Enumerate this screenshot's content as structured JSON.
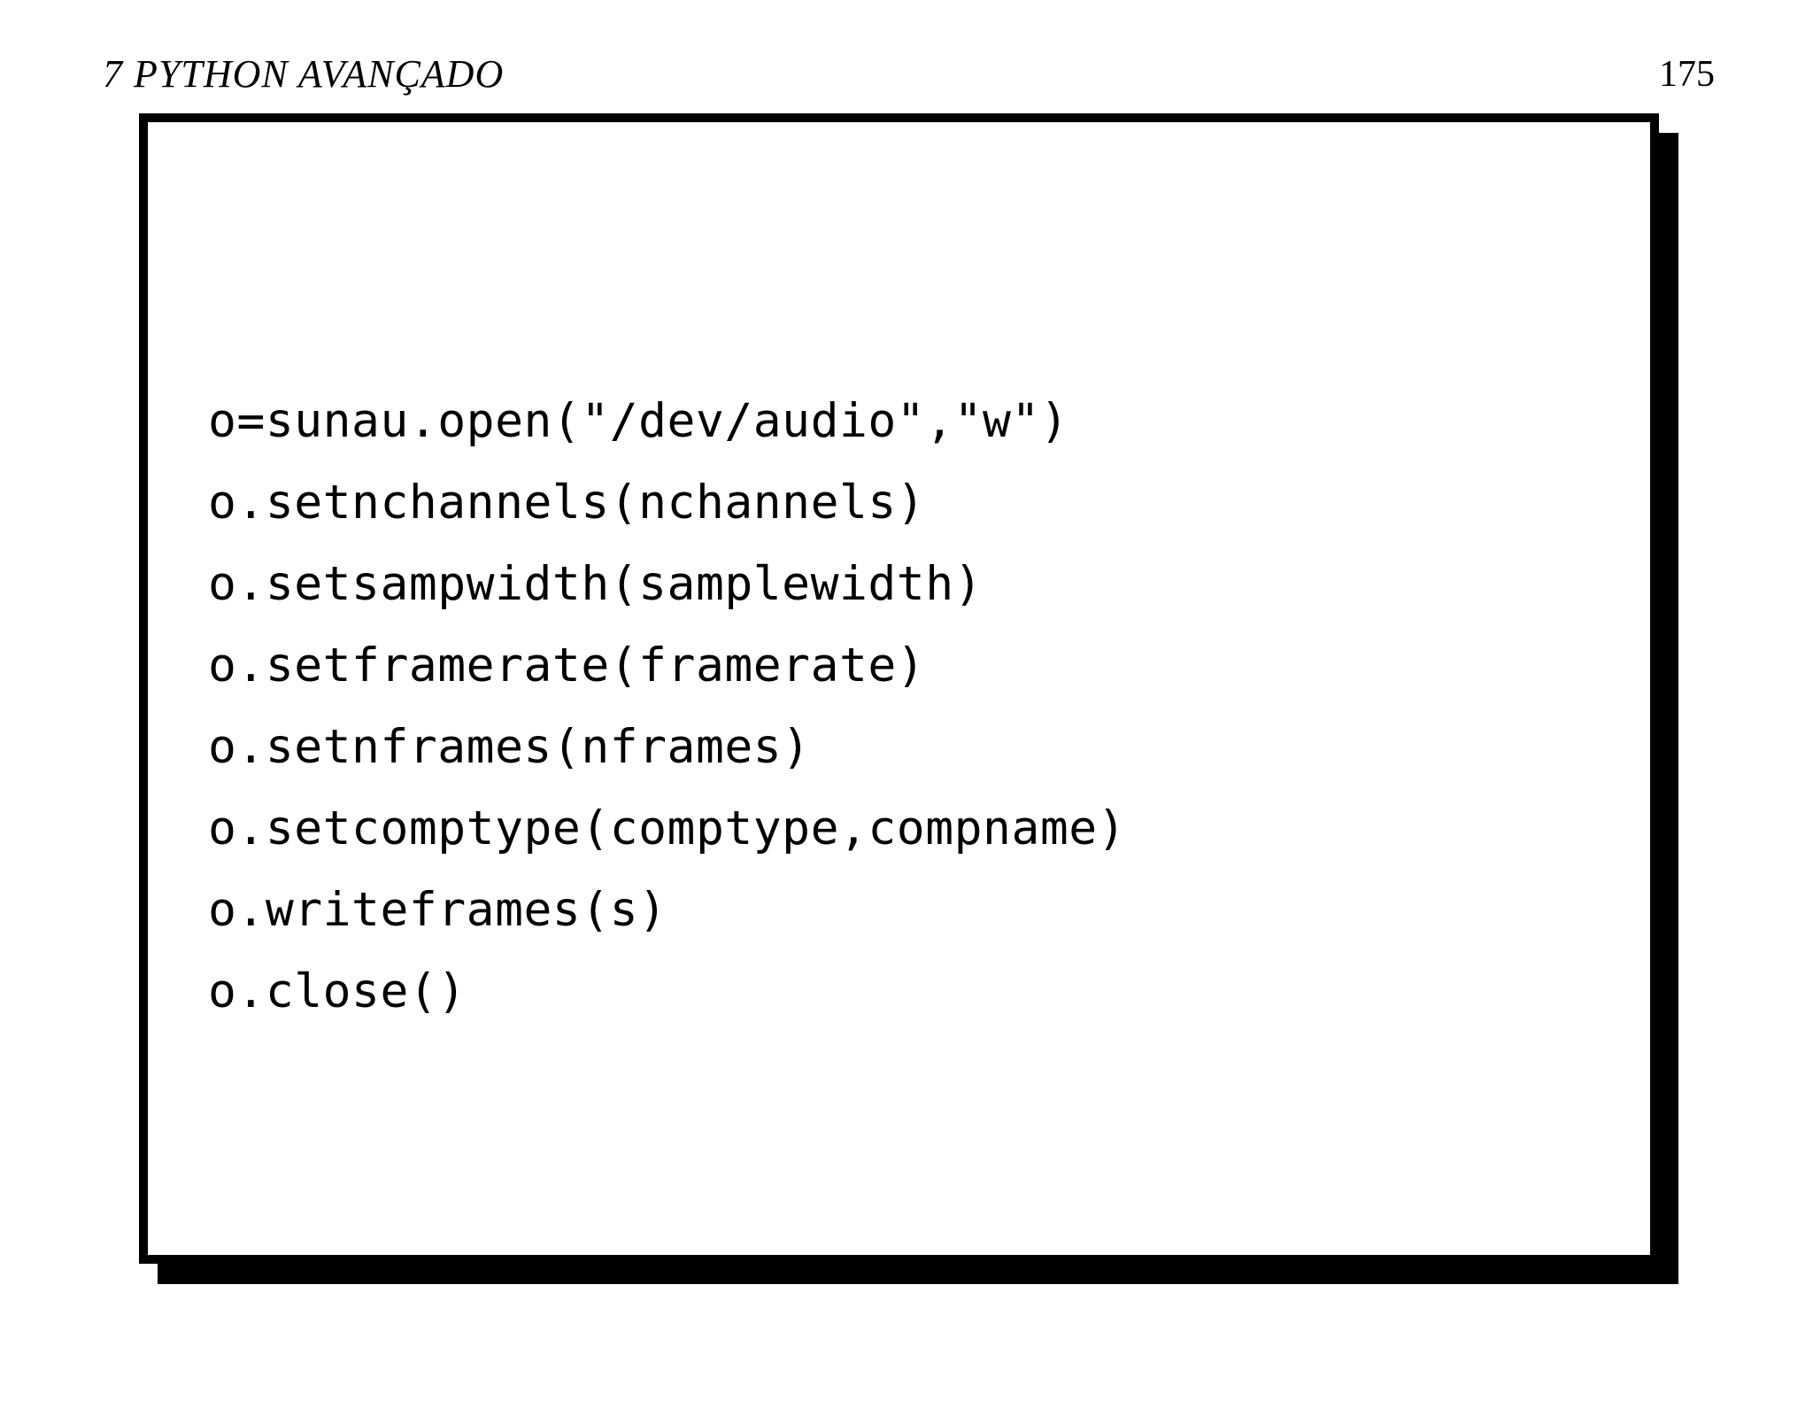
{
  "header": {
    "chapter": "7   PYTHON AVANÇADO",
    "page_number": "175"
  },
  "slide": {
    "code_lines": [
      "o=sunau.open(\"/dev/audio\",\"w\")",
      "o.setnchannels(nchannels)",
      "o.setsampwidth(samplewidth)",
      "o.setframerate(framerate)",
      "o.setnframes(nframes)",
      "o.setcomptype(comptype,compname)",
      "o.writeframes(s)",
      "o.close()"
    ]
  }
}
